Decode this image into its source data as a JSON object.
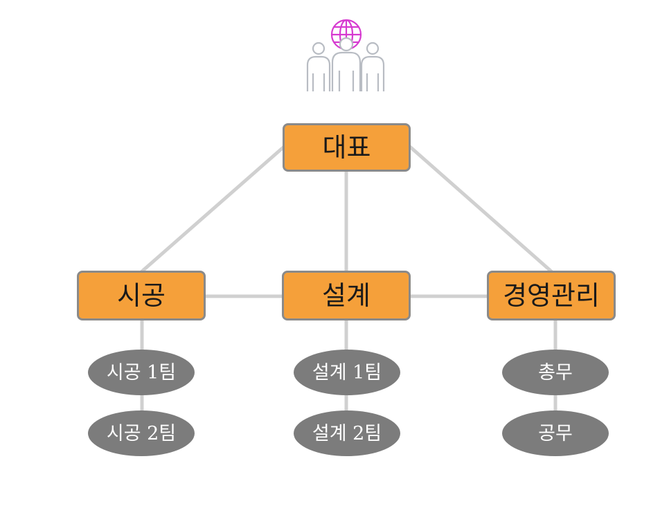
{
  "colors": {
    "box_fill": "#f5a03a",
    "box_border": "#8a8a8a",
    "oval_fill": "#7c7c7c",
    "connector": "#d0d0d0",
    "icon_people": "#b8bcc3",
    "icon_globe": "#d63ad0"
  },
  "icon": "people-globe-icon",
  "org": {
    "ceo": "대표",
    "departments": {
      "construction": {
        "label": "시공",
        "teams": [
          "시공 1팀",
          "시공 2팀"
        ]
      },
      "design": {
        "label": "설계",
        "teams": [
          "설계 1팀",
          "설계 2팀"
        ]
      },
      "management": {
        "label": "경영관리",
        "teams": [
          "총무",
          "공무"
        ]
      }
    }
  }
}
